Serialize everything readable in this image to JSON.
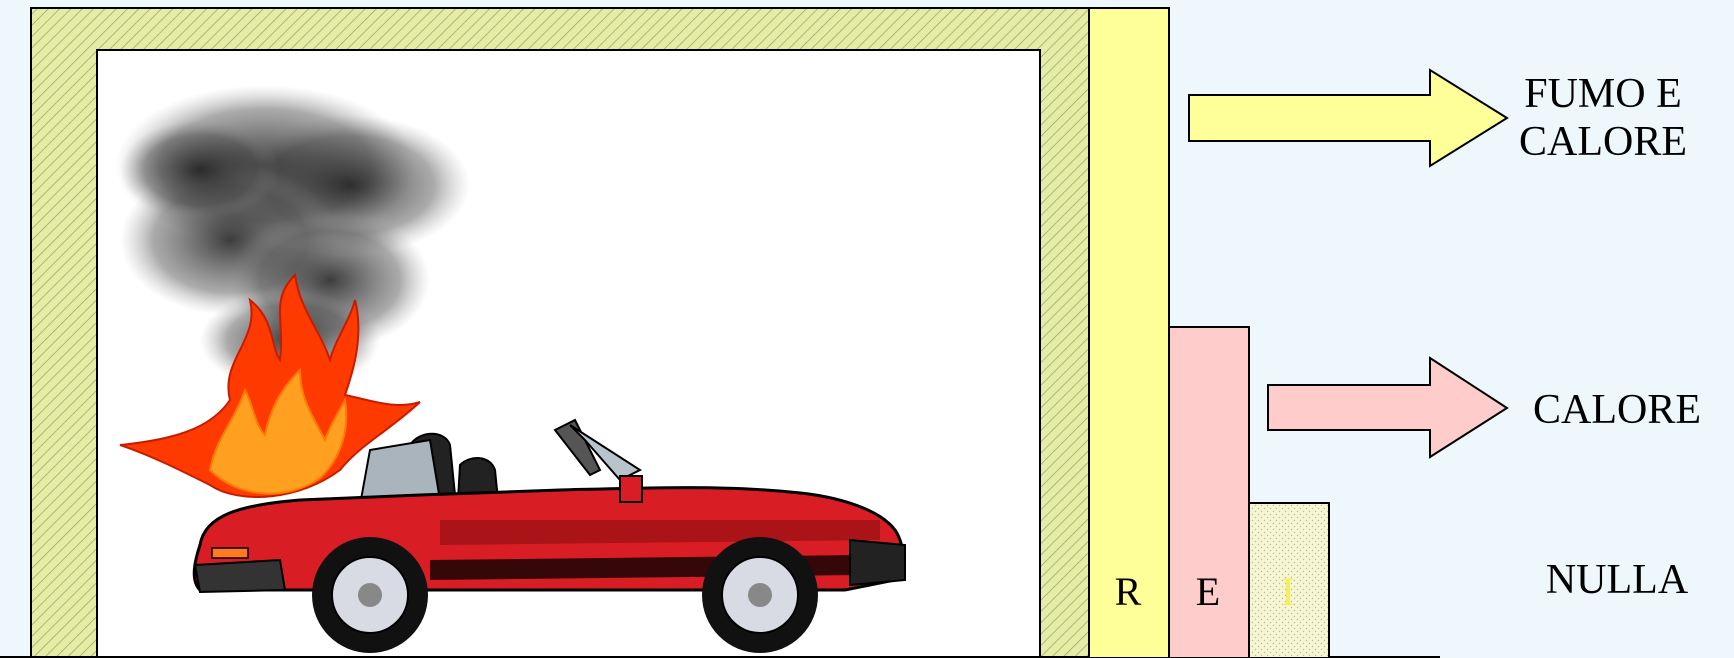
{
  "labels": {
    "r": "R",
    "e": "E",
    "i": "I"
  },
  "outcomes": [
    {
      "text": "FUMO E CALORE"
    },
    {
      "text": "CALORE"
    },
    {
      "text": "NULLA"
    }
  ],
  "colors": {
    "background": "#eef8fc",
    "wall_hatch": "#e6eeb0",
    "r_layer": "#ffff99",
    "e_layer": "#ffcccc",
    "i_layer": "#f4f4cc",
    "car_body": "#d81e24",
    "flame_outer": "#ff3a00",
    "flame_inner": "#ffa020",
    "smoke": "#222222"
  },
  "icons": [
    "burning-car-icon",
    "smoke-icon",
    "flame-icon"
  ]
}
